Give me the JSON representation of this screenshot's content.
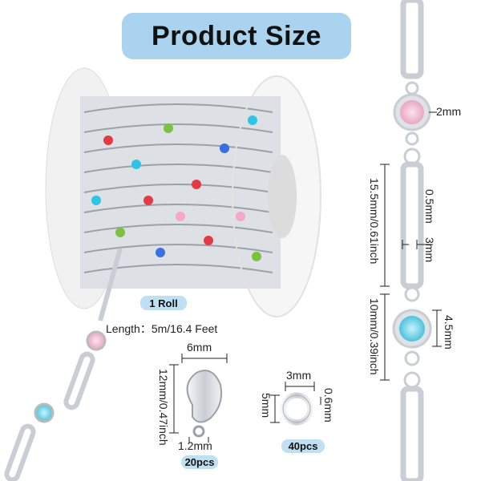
{
  "title": "Product Size",
  "spool": {
    "label": "1 Roll",
    "length": "Length：5m/16.4 Feet"
  },
  "clasp": {
    "width": "6mm",
    "height": "12mm/0.47inch",
    "thickness": "1.2mm",
    "count": "20pcs"
  },
  "ring": {
    "outer": "3mm",
    "inner": "5mm",
    "wire": "0.6mm",
    "count": "40pcs"
  },
  "chain": {
    "gem_size": "2mm",
    "link_thickness": "0.5mm",
    "link_width": "3mm",
    "link_length": "15.5mm/0.61inch",
    "connector_length": "10mm/0.39inch",
    "connector_gem": "4.5mm"
  },
  "colors": {
    "title_bg": "#a9d3ee",
    "pill_bg": "#bfe0f3",
    "silver": "#d9dde2",
    "pink": "#f4c6d8",
    "aqua": "#7fd6ea"
  }
}
